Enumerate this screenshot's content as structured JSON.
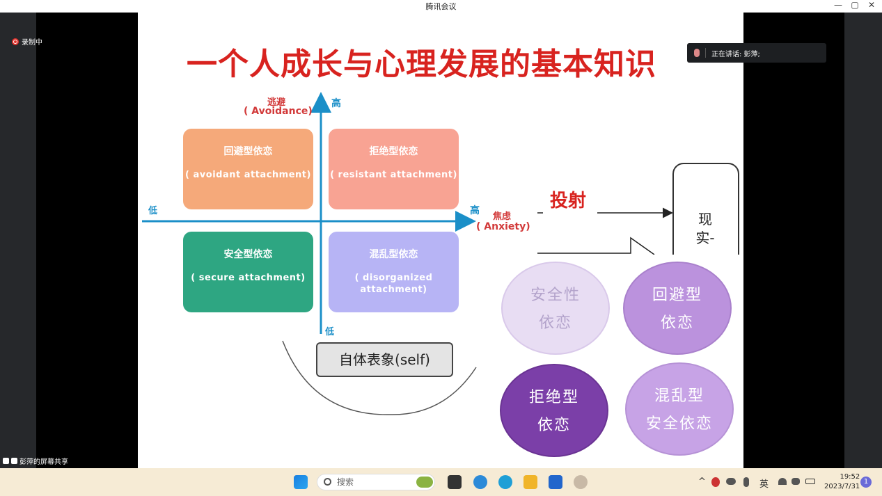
{
  "window": {
    "title": "腾讯会议",
    "controls": [
      "—",
      "▢",
      "✕"
    ]
  },
  "meeting": {
    "recording_label": "录制中",
    "share_label": "彭萍的屏幕共享",
    "speaking_label": "正在讲话: 彭萍;"
  },
  "slide": {
    "title": "一个人成长与心理发展的基本知识",
    "y_axis_name": "逃避",
    "y_axis_en": "( Avoidance)",
    "y_high": "高",
    "y_low": "低",
    "x_axis_name": "焦虑",
    "x_axis_en": "( Anxiety)",
    "x_high": "高",
    "x_low": "低",
    "quadrants": [
      {
        "title": "回避型依恋",
        "en": "( avoidant attachment)",
        "color": "#f5a97a"
      },
      {
        "title": "拒绝型依恋",
        "en": "( resistant attachment)",
        "color": "#f8a393"
      },
      {
        "title": "安全型依恋",
        "en": "( secure attachment)",
        "color": "#2ea682"
      },
      {
        "title": "混乱型依恋",
        "en": "( disorganized attachment)",
        "color": "#b7b4f5"
      }
    ],
    "self_label": "自体表象(self)",
    "projection_label": "投射",
    "reality_label": "现实-",
    "circles": [
      {
        "line1": "安全性",
        "line2": "依恋",
        "color": "#e8ddf3",
        "text_color": "#b3a3cb"
      },
      {
        "line1": "回避型",
        "line2": "依恋",
        "color": "#bb92dd",
        "text_color": "#ffffff"
      },
      {
        "line1": "拒绝型",
        "line2": "依恋",
        "color": "#7b3fa8",
        "text_color": "#ffffff"
      },
      {
        "line1": "混乱型",
        "line2": "安全依恋",
        "color": "#c7a3e6",
        "text_color": "#ffffff"
      }
    ]
  },
  "taskbar": {
    "search_placeholder": "搜索",
    "ime": "英",
    "time": "19:52",
    "date": "2023/7/31",
    "notification_count": "1"
  }
}
